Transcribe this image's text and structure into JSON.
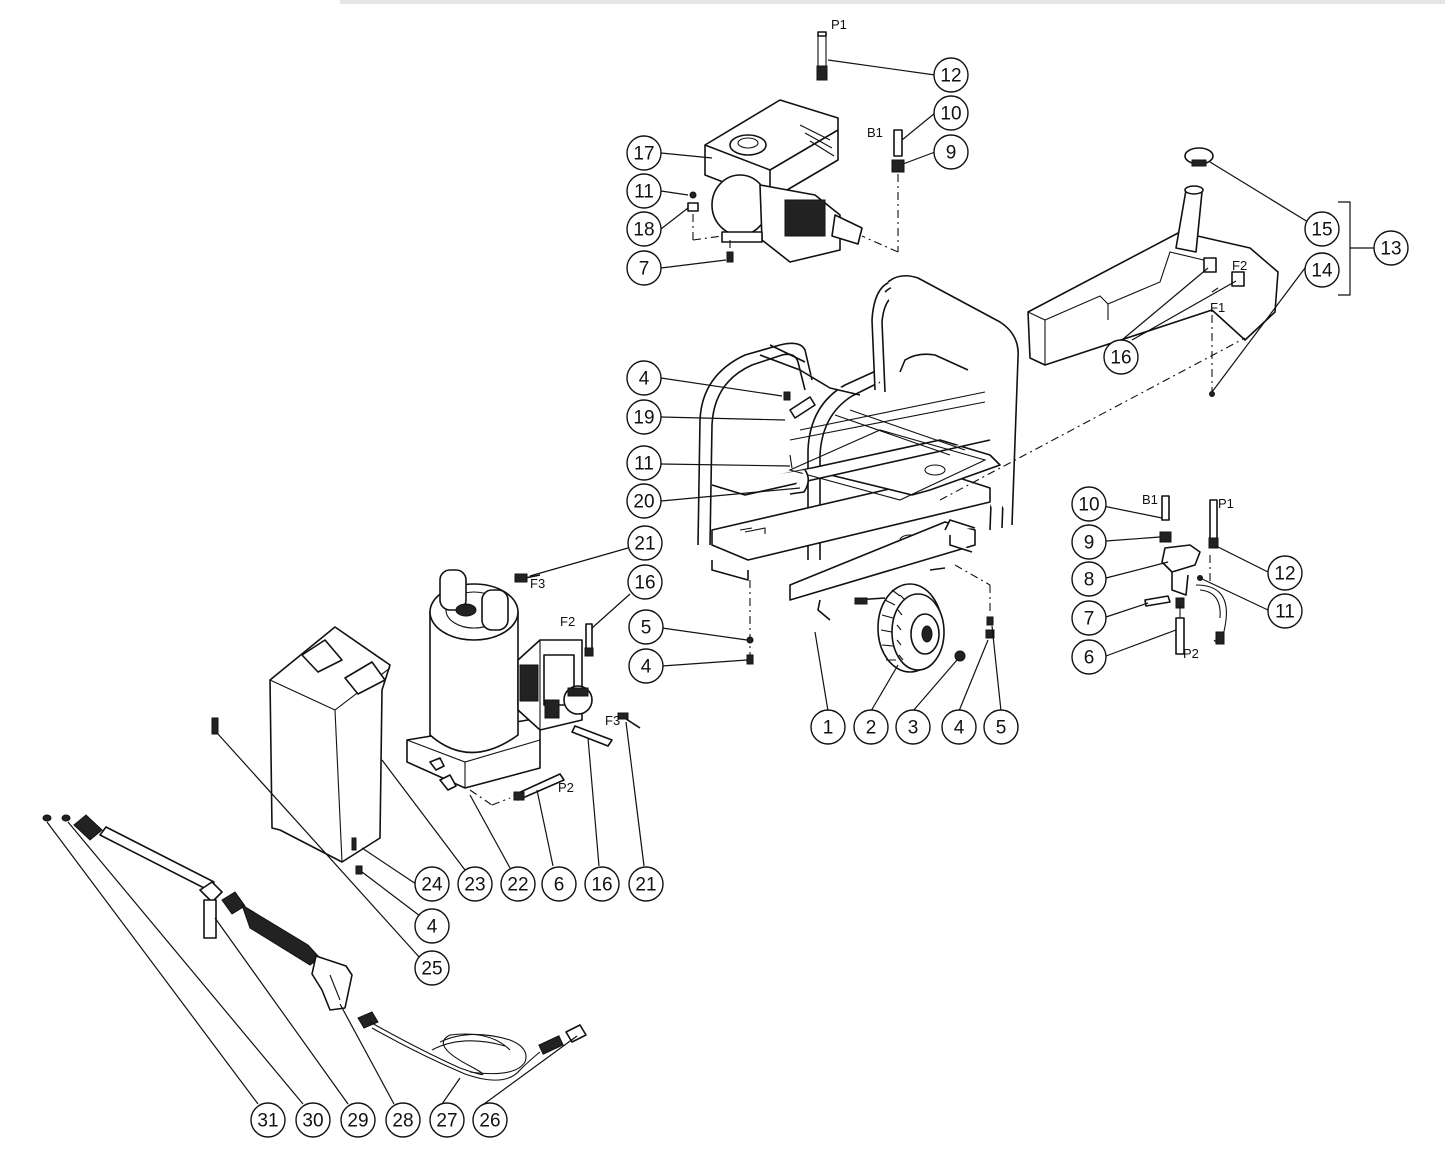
{
  "diagram": {
    "callouts": [
      {
        "n": "1"
      },
      {
        "n": "2"
      },
      {
        "n": "3"
      },
      {
        "n": "4"
      },
      {
        "n": "5"
      },
      {
        "n": "4"
      },
      {
        "n": "5"
      },
      {
        "n": "4"
      },
      {
        "n": "4"
      },
      {
        "n": "19"
      },
      {
        "n": "11"
      },
      {
        "n": "20"
      },
      {
        "n": "21"
      },
      {
        "n": "16"
      },
      {
        "n": "17"
      },
      {
        "n": "11"
      },
      {
        "n": "18"
      },
      {
        "n": "7"
      },
      {
        "n": "12"
      },
      {
        "n": "10"
      },
      {
        "n": "9"
      },
      {
        "n": "15"
      },
      {
        "n": "14"
      },
      {
        "n": "13"
      },
      {
        "n": "16"
      },
      {
        "n": "10"
      },
      {
        "n": "9"
      },
      {
        "n": "8"
      },
      {
        "n": "7"
      },
      {
        "n": "6"
      },
      {
        "n": "12"
      },
      {
        "n": "11"
      },
      {
        "n": "24"
      },
      {
        "n": "23"
      },
      {
        "n": "22"
      },
      {
        "n": "6"
      },
      {
        "n": "16"
      },
      {
        "n": "21"
      },
      {
        "n": "25"
      },
      {
        "n": "31"
      },
      {
        "n": "30"
      },
      {
        "n": "29"
      },
      {
        "n": "28"
      },
      {
        "n": "27"
      },
      {
        "n": "26"
      }
    ],
    "tags": {
      "p1_engine": "P1",
      "b1_engine": "B1",
      "f2_tank": "F2",
      "f1_tank": "F1",
      "b1_valve": "B1",
      "p1_valve": "P1",
      "p2_valve": "P2",
      "f3_top": "F3",
      "f2_boiler": "F2",
      "f3_bottom": "F3",
      "p2_hose": "P2"
    }
  }
}
